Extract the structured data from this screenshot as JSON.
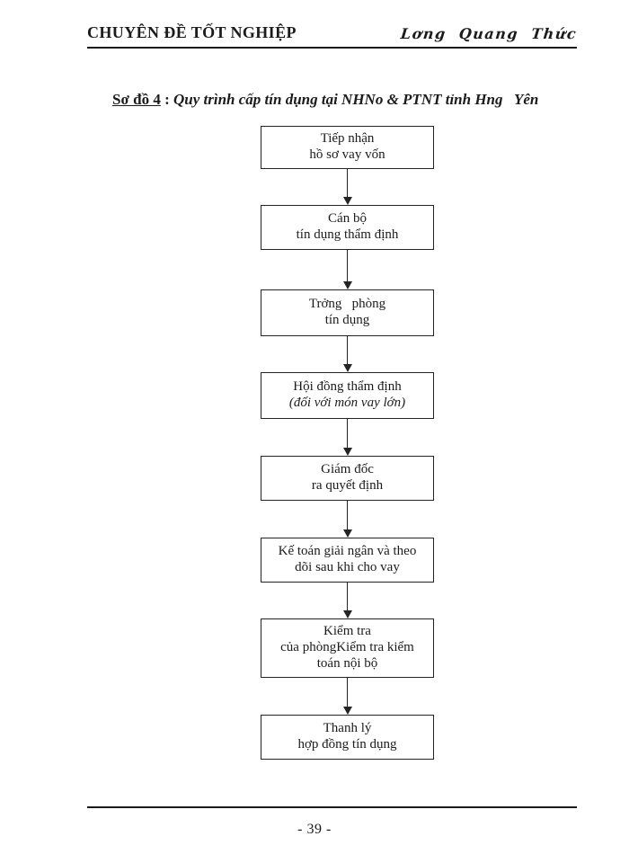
{
  "colors": {
    "ink": "#1b1b1b",
    "border": "#242424",
    "background": "#ffffff"
  },
  "header": {
    "left": "CHUYÊN ĐỀ TỐT NGHIỆP",
    "right": "Lơng  Quang  Thức"
  },
  "title": {
    "label": "Sơ đồ 4",
    "separator": " : ",
    "text": "Quy trình cấp tín dụng tại NHNo & PTNT tỉnh Hng   Yên"
  },
  "flowchart": {
    "boxes": [
      {
        "line1": "Tiếp nhận",
        "line2": "hồ sơ vay vốn"
      },
      {
        "line1": "Cán bộ",
        "line2": "tín dụng thẩm định"
      },
      {
        "line1": "Trởng   phòng",
        "line2": "tín dụng"
      },
      {
        "line1": "Hội đồng thẩm định",
        "line2": "(đối với món vay lớn)"
      },
      {
        "line1": "Giám đốc",
        "line2": "ra quyết định"
      },
      {
        "line1": "Kế toán giải ngân và theo",
        "line2": "dõi sau khi cho vay"
      },
      {
        "line1": "Kiểm tra",
        "line2": "của phòngKiểm tra kiểm",
        "line3": "toán nội bộ"
      },
      {
        "line1": "Thanh lý",
        "line2": "hợp đồng tín dụng"
      }
    ]
  },
  "footer": {
    "page_number": "- 39 -"
  }
}
